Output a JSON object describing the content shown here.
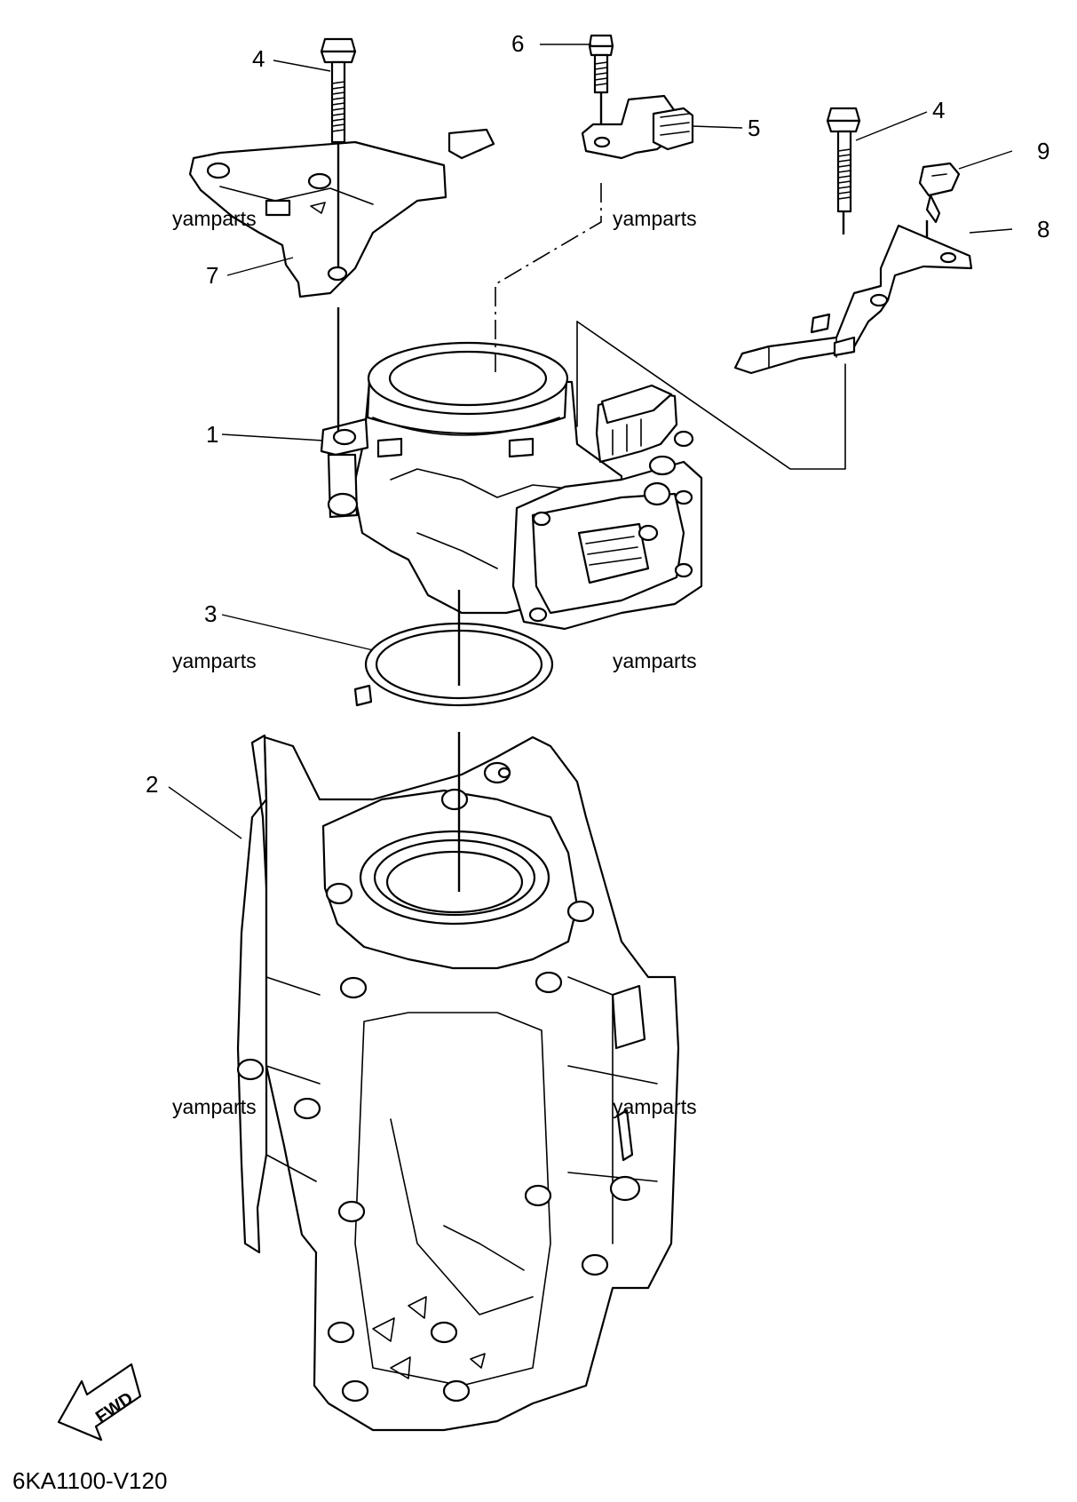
{
  "diagram": {
    "callouts": {
      "c1": "1",
      "c2": "2",
      "c3": "3",
      "c4a": "4",
      "c4b": "4",
      "c5": "5",
      "c6": "6",
      "c7": "7",
      "c8": "8",
      "c9": "9"
    },
    "watermarks": [
      "yamparts",
      "yamparts",
      "yamparts",
      "yamparts",
      "yamparts",
      "yamparts"
    ],
    "fwd_label": "FWD",
    "diagram_code": "6KA1100-V120"
  }
}
